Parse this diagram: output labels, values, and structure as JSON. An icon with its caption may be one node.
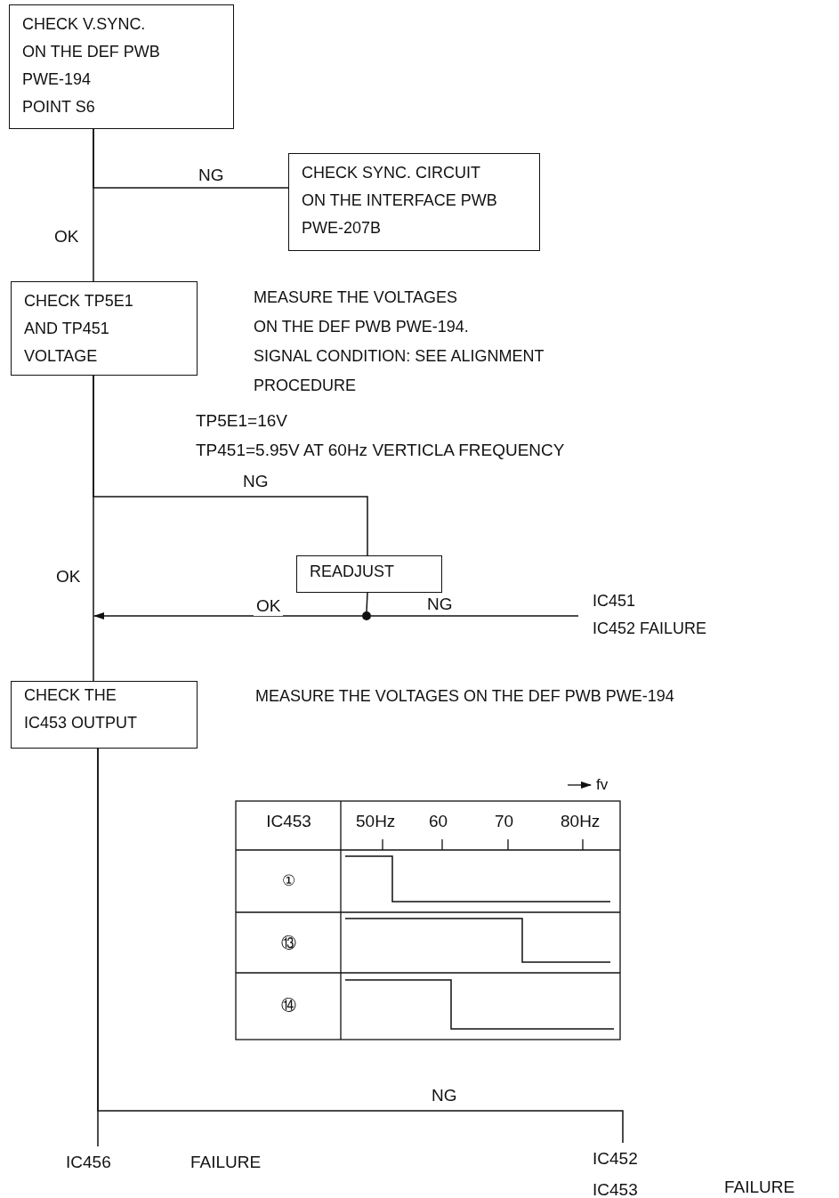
{
  "diagram": {
    "nodes": [
      {
        "text": [
          "CHECK V.SYNC. ON THE DEF PWB PWE-194 POINT S6"
        ]
      },
      {
        "text": [
          "CHECK SYNC. CIRCUIT ON THE INTERFACE PWB PWE-207B"
        ]
      },
      {
        "text": [
          "CHECK TP5E1 AND TP451 VOLTAGE"
        ],
        "beside": [
          "MEASURE THE VOLTAGES ON THE DEF PWB PWE-194. SIGNAL CONDITION: SEE ALIGNMENT PROCEDURE"
        ]
      },
      {
        "text": [
          "READJUST"
        ]
      },
      {
        "text": [],
        "shape": "circle"
      },
      {
        "text": [
          "IC451 IC452 FAILURE"
        ]
      },
      {
        "text": [
          "CHECK THE IC453 OUTPUT"
        ],
        "beside": [
          "MEASURE THE VOLTAGES ON THE DEF PWB PWE-194"
        ]
      },
      {
        "text": [
          "IC456",
          "FAILURE"
        ]
      },
      {
        "text": [
          "IC452 IC453",
          "FAILURE"
        ]
      }
    ],
    "edges": [
      {
        "from": 0,
        "to": 1,
        "arrow": "none",
        "label": "NG"
      },
      {
        "from": 0,
        "to": 2,
        "arrow": "none",
        "label": "OK"
      },
      {
        "from": 2,
        "to": 3,
        "arrow": "none",
        "label": "NG"
      },
      {
        "from": 3,
        "to": 4,
        "arrow": "none"
      },
      {
        "from": 4,
        "to": null,
        "arrow": "to",
        "label": "OK"
      },
      {
        "from": 4,
        "to": 5,
        "arrow": "none",
        "label": "NG"
      },
      {
        "from": 2,
        "to": 6,
        "arrow": "none",
        "label": "OK"
      },
      {
        "from": 6,
        "to": 7,
        "arrow": "none"
      },
      {
        "from": 6,
        "to": 8,
        "arrow": "none",
        "label": "NG"
      }
    ],
    "labels": [
      "TP5E1=16V",
      "TP451=5.95V AT 60Hz VERTICLA FREQUENCY",
      "fv",
      "IC453",
      "50Hz",
      "60",
      "70",
      "80Hz",
      "①",
      "⑬",
      "⑭"
    ]
  }
}
